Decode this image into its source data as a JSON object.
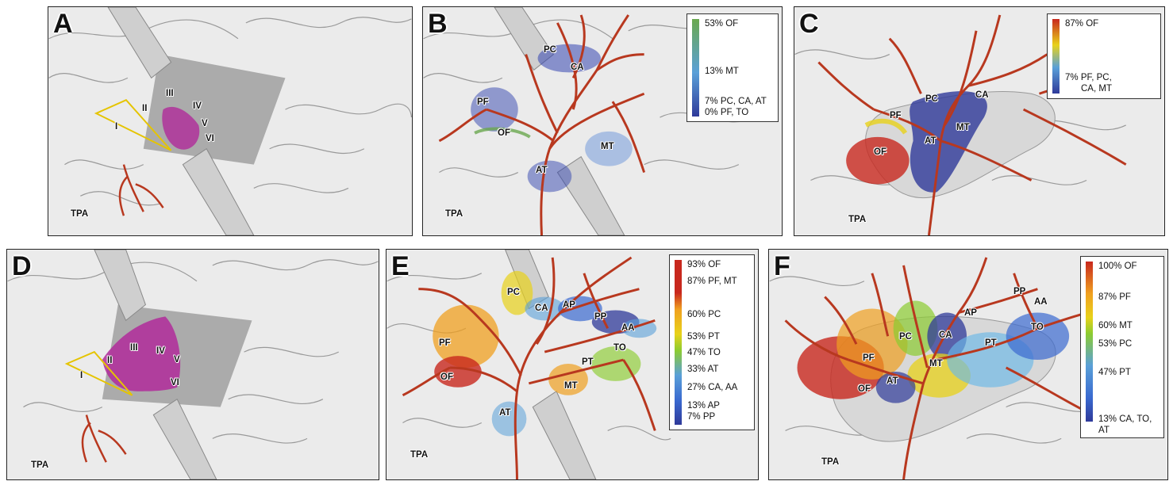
{
  "panels": {
    "A": {
      "letter": "A",
      "labels": {
        "I": "I",
        "II": "II",
        "III": "III",
        "IV": "IV",
        "V": "V",
        "VI": "VI",
        "TPA": "TPA"
      }
    },
    "B": {
      "letter": "B",
      "labels": {
        "PC": "PC",
        "CA": "CA",
        "PF": "PF",
        "OF": "OF",
        "MT": "MT",
        "AT": "AT",
        "TPA": "TPA"
      },
      "legend": [
        "53% OF",
        "13% MT",
        "7% PC, CA, AT",
        "0% PF, TO"
      ]
    },
    "C": {
      "letter": "C",
      "labels": {
        "PC": "PC",
        "CA": "CA",
        "PF": "PF",
        "MT": "MT",
        "OF": "OF",
        "AT": "AT",
        "TPA": "TPA"
      },
      "legend": [
        "87% OF",
        "7% PF, PC,",
        "CA, MT"
      ]
    },
    "D": {
      "letter": "D",
      "labels": {
        "I": "I",
        "II": "II",
        "III": "III",
        "IV": "IV",
        "V": "V",
        "VI": "VI",
        "TPA": "TPA"
      }
    },
    "E": {
      "letter": "E",
      "labels": {
        "PC": "PC",
        "CA": "CA",
        "AP": "AP",
        "PP": "PP",
        "AA": "AA",
        "TO": "TO",
        "PF": "PF",
        "PT": "PT",
        "OF": "OF",
        "MT": "MT",
        "AT": "AT",
        "TPA": "TPA"
      },
      "legend": [
        "93% OF",
        "87% PF, MT",
        "60% PC",
        "53% PT",
        "47% TO",
        "33% AT",
        "27% CA, AA",
        "13% AP",
        "7% PP"
      ]
    },
    "F": {
      "letter": "F",
      "labels": {
        "PP": "PP",
        "AA": "AA",
        "AP": "AP",
        "TO": "TO",
        "PC": "PC",
        "CA": "CA",
        "PT": "PT",
        "PF": "PF",
        "MT": "MT",
        "AT": "AT",
        "OF": "OF",
        "TPA": "TPA"
      },
      "legend": [
        "100% OF",
        "87% PF",
        "60% MT",
        "53% PC",
        "47% PT",
        "13% CA, TO,",
        "AT"
      ]
    }
  },
  "colors": {
    "artery": "#b8381f",
    "insula_highlight": "#b02a9a",
    "triangle": "#e5c400",
    "scale_high": "#c8281e",
    "scale_mid": "#e8d21a",
    "scale_low": "#2f3a9a",
    "scale_b_top": "#6aa84f"
  }
}
